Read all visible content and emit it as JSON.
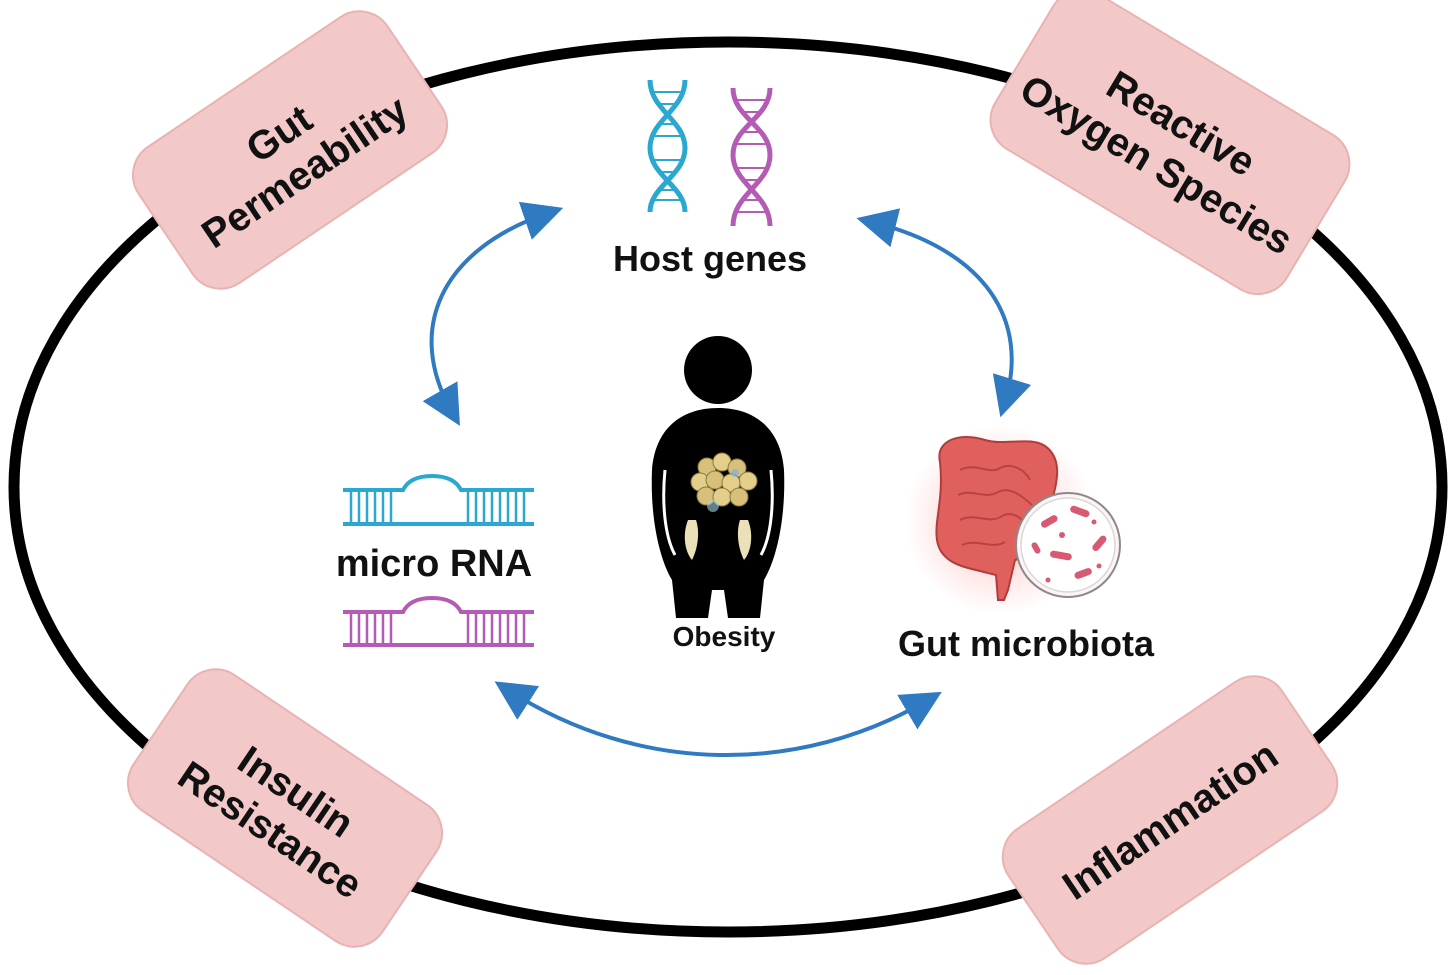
{
  "colors": {
    "pill_fill": "#f2c9c8",
    "pill_stroke": "#e8b3b2",
    "ellipse_stroke": "#000000",
    "arrow": "#2f7ac0",
    "dna_blue": "#2aa8cf",
    "dna_purple": "#b45bb4",
    "body": "#000000",
    "fat": "#d8c07a",
    "gut": "#e0605e",
    "gut_glow": "#ff9a95",
    "bacteria": "#d85a72"
  },
  "center": {
    "host_genes": "Host genes",
    "micro_rna": "micro RNA",
    "gut_microbiota": "Gut microbiota",
    "obesity": "Obesity"
  },
  "outer": {
    "gut_permeability": [
      "Gut",
      "Permeability"
    ],
    "reactive_oxygen": [
      "Reactive",
      "Oxygen Species"
    ],
    "insulin_resistance": [
      "Insulin",
      "Resistance"
    ],
    "inflammation": [
      "Inflammation"
    ]
  },
  "icons": {
    "dna": "dna-double-helix-icon",
    "mirna": "mirna-hairpin-icon",
    "person": "obese-person-icon",
    "intestine": "intestine-icon",
    "bacteria": "bacteria-magnifier-icon"
  }
}
